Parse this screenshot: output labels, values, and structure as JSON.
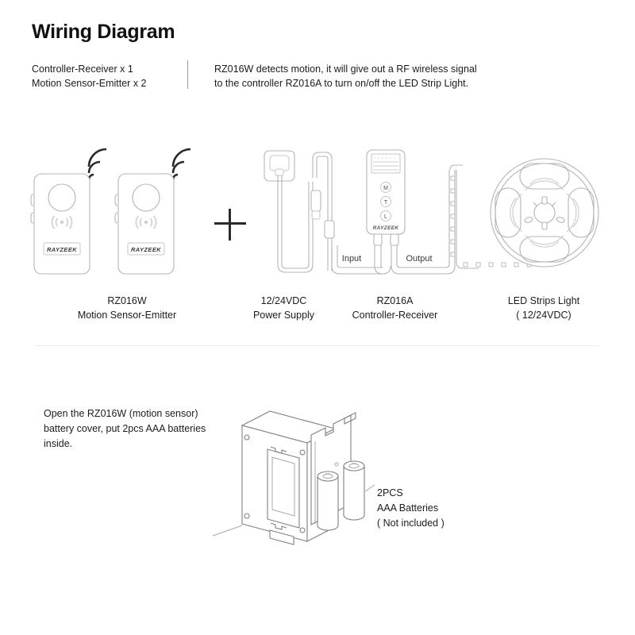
{
  "header": {
    "title": "Wiring Diagram",
    "spec_line_1": "Controller-Receiver x 1",
    "spec_line_2": "Motion Sensor-Emitter x 2",
    "description_line_1": "RZ016W detects motion, it will give out a RF wireless signal",
    "description_line_2": "to the controller RZ016A to turn on/off the LED Strip Light."
  },
  "devices": {
    "sensor": {
      "brand": "RAYZEEK",
      "caption_line_1": "RZ016W",
      "caption_line_2": "Motion Sensor-Emitter",
      "count": 2,
      "rf_icon": "wifi-signal-icon",
      "wireless_glyph": "((o))"
    },
    "power_supply": {
      "caption_line_1": "12/24VDC",
      "caption_line_2": "Power Supply"
    },
    "controller": {
      "brand": "RAYZEEK",
      "caption_line_1": "RZ016A",
      "caption_line_2": "Controller-Receiver",
      "buttons": [
        "M",
        "T",
        "L"
      ],
      "port_input_label": "Input",
      "port_output_label": "Output"
    },
    "led_strip": {
      "caption_line_1": "LED Strips Light",
      "caption_line_2": "( 12/24VDC)"
    }
  },
  "separator_symbol": "+",
  "battery_section": {
    "instruction_line_1": "Open the RZ016W (motion sensor)",
    "instruction_line_2": "battery cover, put 2pcs AAA batteries",
    "instruction_line_3": "inside.",
    "callout_line_1": "2PCS",
    "callout_line_2": "AAA Batteries",
    "callout_line_3": "( Not included )"
  },
  "colors": {
    "background": "#ffffff",
    "text": "#1c1c1c",
    "line": "#9a9a9a",
    "light_line": "#c8c8c8",
    "divider": "#ececec",
    "accent_dark": "#2b2b2b"
  }
}
